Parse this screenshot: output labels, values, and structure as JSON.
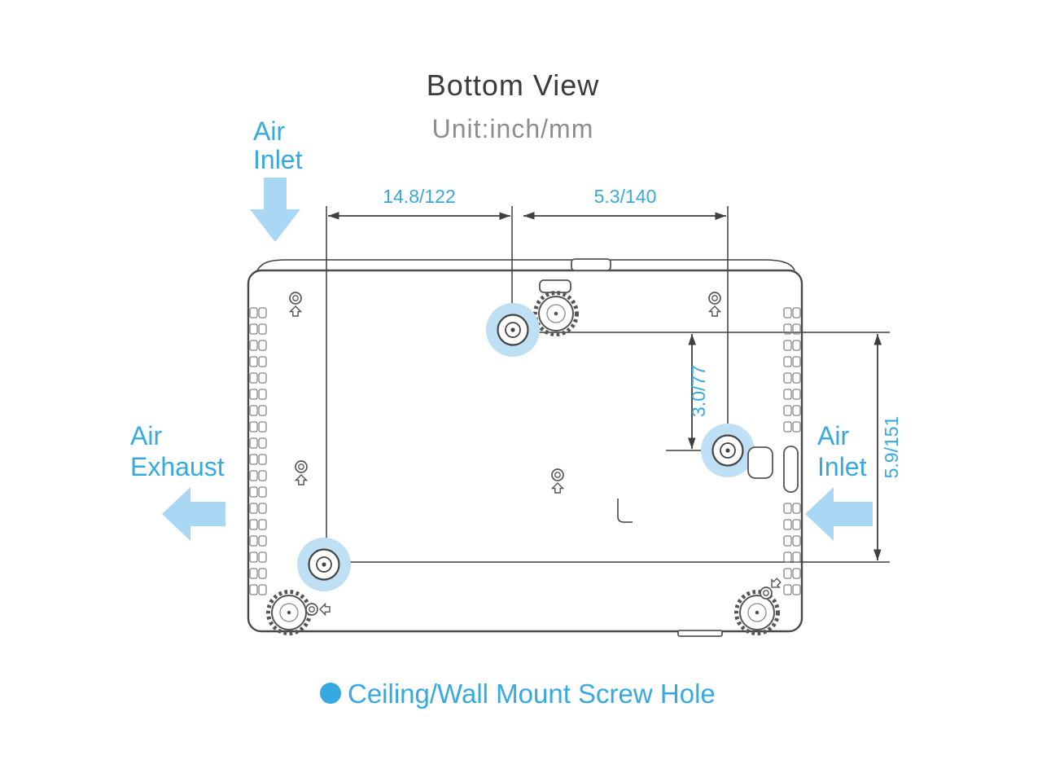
{
  "colors": {
    "accent_blue": "#36A9E1",
    "arrow_fill": "#A9D8F4",
    "screw_halo": "#BFDFF4",
    "line": "#3f3f3f",
    "title_text": "#3b3b3b",
    "subtitle_text": "#8d8d8d"
  },
  "header": {
    "title": "Bottom View",
    "subtitle": "Unit:inch/mm"
  },
  "airflow": {
    "inlet_top": {
      "line1": "Air",
      "line2": "Inlet"
    },
    "exhaust_left": {
      "line1": "Air",
      "line2": "Exhaust"
    },
    "inlet_right": {
      "line1": "Air",
      "line2": "Inlet"
    }
  },
  "dimensions": {
    "top_left_width": "14.8/122",
    "top_right_width": "5.3/140",
    "inner_height": "3.0/77",
    "outer_height": "5.9/151"
  },
  "legend": {
    "screw_hole_label": "Ceiling/Wall Mount Screw Hole"
  }
}
